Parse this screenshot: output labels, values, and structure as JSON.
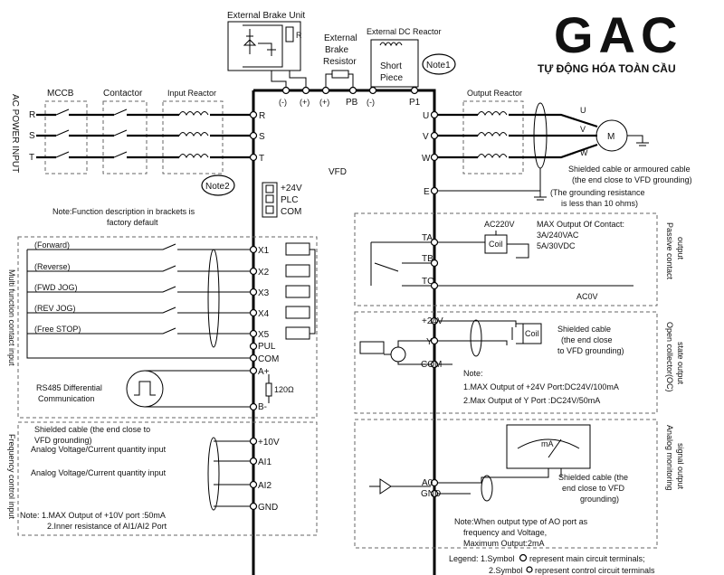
{
  "brand": {
    "logo_text": "GAC",
    "tagline": "TỰ ĐỘNG HÓA TOÀN CẦU",
    "logo_color": "#e3a2a2",
    "tagline_color": "#4a78c2"
  },
  "top": {
    "brake_unit": "External Brake Unit",
    "brake_unit_r": "R",
    "brake_resistor_1": "External",
    "brake_resistor_2": "Brake",
    "brake_resistor_3": "Resistor",
    "dc_reactor": "External DC Reactor",
    "short_piece_1": "Short",
    "short_piece_2": "Piece",
    "note1": "Note1"
  },
  "dc_terminals": [
    "(-)",
    "(+)",
    "(+)",
    "PB",
    "(-)",
    "P1"
  ],
  "left_power": {
    "ac_power_input": "AC POWER INPUT",
    "mccb": "MCCB",
    "contactor": "Contactor",
    "input_reactor": "Input Reactor",
    "phases": [
      "R",
      "S",
      "T"
    ]
  },
  "vfd": {
    "label": "VFD",
    "in_terminals": [
      "R",
      "S",
      "T"
    ],
    "out_terminals": [
      "U",
      "V",
      "W"
    ],
    "earth_terminal": "E"
  },
  "output": {
    "output_reactor": "Output Reactor",
    "motor_phases": [
      "U",
      "V",
      "W"
    ],
    "motor": "M",
    "shield_note_1": "Shielded cable or armoured cable",
    "shield_note_2": "(the end close to VFD grounding)",
    "ground_note_1": "(The grounding resistance",
    "ground_note_2": "is less than 10 ohms)"
  },
  "supply": {
    "note2": "Note2",
    "p24v": "+24V",
    "plc": "PLC",
    "com": "COM",
    "func_note_1": "Note:Function description in brackets is",
    "func_note_2": "factory default"
  },
  "inputs": {
    "section": "Multi function contact input",
    "items": [
      {
        "label": "(Forward)",
        "terminal": "X1"
      },
      {
        "label": "(Reverse)",
        "terminal": "X2"
      },
      {
        "label": "(FWD JOG)",
        "terminal": "X3"
      },
      {
        "label": "(REV JOG)",
        "terminal": "X4"
      },
      {
        "label": "(Free STOP)",
        "terminal": "X5"
      }
    ],
    "pul": "PUL",
    "com": "COM"
  },
  "rs485": {
    "label_1": "RS485 Differential",
    "label_2": "Communication",
    "a_plus": "A+",
    "b_minus": "B-",
    "resistor": "120Ω"
  },
  "freq": {
    "section": "Frequency control input",
    "shield_1": "Shielded cable (the end close to",
    "shield_2": "VFD grounding)",
    "analog_1": "Analog Voltage/Current quantity input",
    "analog_2": "Analog Voltage/Current quantity input",
    "terminals": [
      "+10V",
      "AI1",
      "AI2",
      "GND"
    ],
    "note_1": "Note:  1.MAX Output of +10V port :50mA",
    "note_2": "2.Inner resistance of AI1/AI2 Port"
  },
  "relay": {
    "section_1": "Passive contact",
    "section_2": "output",
    "terminals": [
      "TA",
      "TB",
      "TC"
    ],
    "ac220": "AC220V",
    "ac0": "AC0V",
    "coil": "Coil",
    "max_1": "MAX Output Of Contact:",
    "max_2": "3A/240VAC",
    "max_3": "5A/30VDC"
  },
  "oc": {
    "section_1": "Open collector(OC)",
    "section_2": "state output",
    "p24v": "+24V",
    "y": "Y",
    "com": "COM",
    "coil": "Coil",
    "shield_1": "Shielded cable",
    "shield_2": "(the end close",
    "shield_3": "to VFD grounding)",
    "note": "Note:",
    "note_1": "1.MAX Output of +24V Port:DC24V/100mA",
    "note_2": "2.Max Output of Y Port :DC24V/50mA"
  },
  "analog_out": {
    "section_1": "Analog monitoring",
    "section_2": "signal output",
    "meter_unit": "mA",
    "a0": "A0",
    "gnd": "GND",
    "shield_1": "Shielded cable (the",
    "shield_2": "end close to VFD",
    "shield_3": "grounding)",
    "note_1": "Note:When output type of AO port as",
    "note_2": "frequency and Voltage,",
    "note_3": "Maximum Output:2mA"
  },
  "legend": {
    "line_1": "Legend: 1.Symbol",
    "line_1_end": "represent main circuit terminals;",
    "line_2": "2.Symbol",
    "line_2_end": "represent control circuit terminals"
  }
}
